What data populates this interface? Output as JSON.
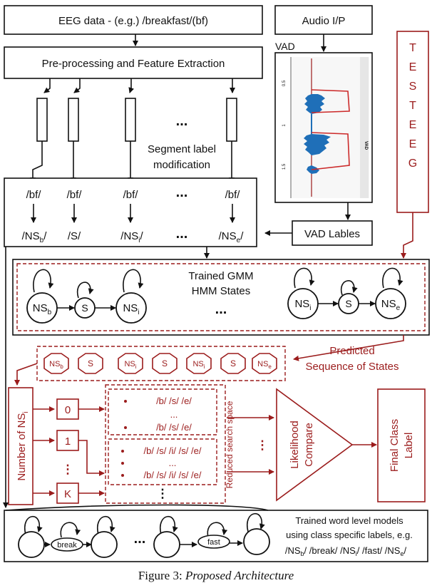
{
  "colors": {
    "black": "#111111",
    "red": "#9b1c1c",
    "waveform": "#1f6fb8"
  },
  "top": {
    "eeg_data": "EEG data - (e.g.) /breakfast/(bf)",
    "audio": "Audio I/P",
    "preprocess": "Pre-processing and Feature Extraction",
    "vad_title": "VAD",
    "vad_ticks": [
      "0.5",
      "1",
      "1.5"
    ],
    "vad_side": "VAD",
    "test_eeg_letters": [
      "T",
      "E",
      "S",
      "T",
      "E",
      "E",
      "G"
    ]
  },
  "segment": {
    "ellipsis": "...",
    "label_line1": "Segment label",
    "label_line2": "modification",
    "bf_labels": [
      "/bf/",
      "/bf/",
      "/bf/",
      "...",
      "/bf/"
    ],
    "vad_labels": "VAD Lables"
  },
  "hmm": {
    "title_line1": "Trained GMM",
    "title_line2": "HMM States",
    "ellipsis": "..."
  },
  "predicted": {
    "label_line1": "Predicted",
    "label_line2": "Sequence of States"
  },
  "search": {
    "number_label": "Number of NS",
    "number_sub": "i",
    "counts": [
      "0",
      "1",
      "⋮",
      "K"
    ],
    "group0": [
      "/b/ /s/ /e/",
      "...",
      "/b/ /s/ /e/"
    ],
    "group1": [
      "/b/ /s/ /i/ /s/ /e/",
      "...",
      "/b/ /s/ /i/ /s/ /e/"
    ],
    "group_more": "⋮",
    "reduced": "Reduced search space",
    "between_dots": "⋮",
    "likelihood_line1": "Likelihood",
    "likelihood_line2": "Compare",
    "final_line1": "Final Class",
    "final_line2": "Label"
  },
  "word_models": {
    "word_break": "break",
    "word_fast": "fast",
    "ellipsis": "...",
    "desc_line1": "Trained word level models",
    "desc_line2": "using class specific labels, e.g."
  },
  "caption": {
    "prefix": "Figure 3: ",
    "title": "Proposed Architecture"
  }
}
